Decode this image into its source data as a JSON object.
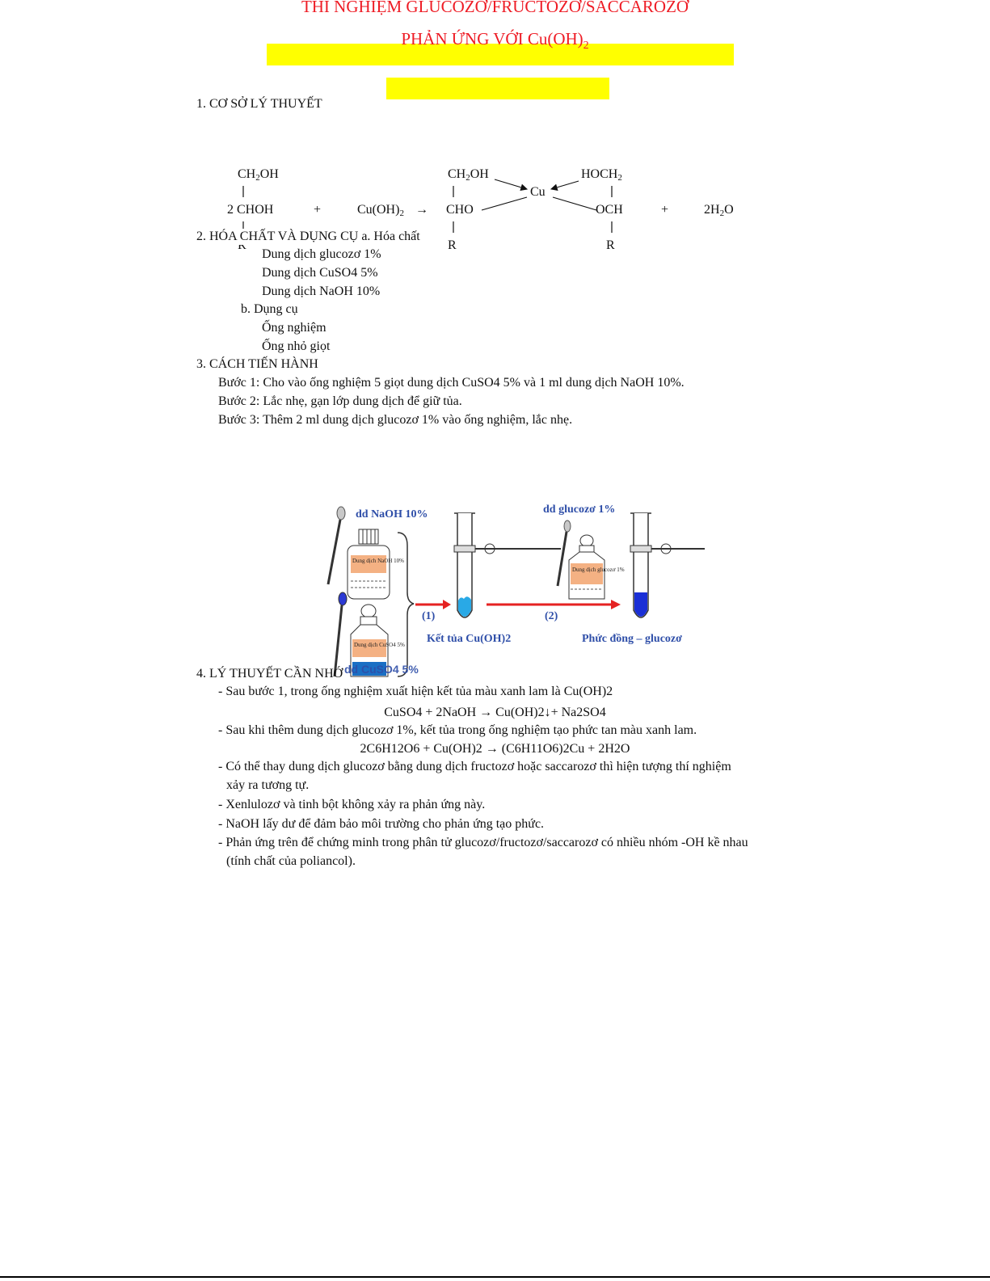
{
  "title": {
    "line1": "THÍ NGHIỆM GLUCOZƠ/FRUCTOZƠ/SACCAROZƠ",
    "line2": "PHẢN ỨNG VỚI Cu(OH)",
    "line2_sub": "2"
  },
  "section1": {
    "heading": "1. CƠ SỞ LÝ THUYẾT"
  },
  "reaction": {
    "r1_top": "CH",
    "r1_top_sub": "2",
    "r1_top_end": "OH",
    "r1_coef": "2 CHOH",
    "r1_bottom": "R",
    "plus1": "+",
    "reagent": "Cu(OH)",
    "reagent_sub": "2",
    "arrow": "→",
    "p_left_top": "CH",
    "p_left_top_sub": "2",
    "p_left_top_end": "OH",
    "p_left_mid": "CHO",
    "p_left_bottom": "R",
    "cu": "Cu",
    "p_right_top": "HOCH",
    "p_right_top_sub": "2",
    "p_right_mid": "OCH",
    "p_right_bottom": "R",
    "plus2": "+",
    "water": "2H",
    "water_sub": "2",
    "water_end": "O"
  },
  "section2": {
    "heading": "2. HÓA CHẤT VÀ DỤNG CỤ a. Hóa chất",
    "chemicals": [
      "Dung dịch glucozơ 1%",
      "Dung dịch CuSO4 5%",
      "Dung dịch NaOH 10%"
    ],
    "tools_heading": "b. Dụng cụ",
    "tools": [
      "Ống nghiệm",
      "Ống nhỏ giọt"
    ]
  },
  "section3": {
    "heading": "3. CÁCH TIẾN HÀNH",
    "steps": [
      "Bước 1: Cho vào ống nghiệm 5 giọt dung dịch CuSO4 5% và 1 ml dung dịch NaOH 10%.",
      "Bước 2: Lắc nhẹ, gạn lớp dung dịch để giữ tủa.",
      "Bước 3: Thêm 2 ml dung dịch glucozơ 1% vào ống nghiệm, lắc nhẹ."
    ]
  },
  "figure": {
    "naoh_label": "dd NaOH 10%",
    "naoh_bottle": "Dung dịch NaOH 10%",
    "cuso4_label": "dd CuSO4 5%",
    "cuso4_bottle": "Dung dịch CuSO4 5%",
    "glucose_label": "dd glucozơ 1%",
    "glucose_bottle": "Dung dịch glucozơ 1%",
    "step1": "(1)",
    "step2": "(2)",
    "precipitate": "Kết tủa Cu(OH)2",
    "complex": "Phức đồng – glucozơ",
    "colors": {
      "blue_light": "#29a9e6",
      "blue_dark": "#1a2fd6",
      "arrow_red": "#e52222",
      "label_blue": "#2e4ea8",
      "bottle_orange": "#f4b183"
    }
  },
  "section4": {
    "heading": "4. LÝ THUYẾT CẦN NHỚ",
    "items": [
      "- Sau bước 1, trong ống nghiệm xuất hiện kết tủa màu xanh lam là Cu(OH)2",
      "- Sau khi thêm dung dịch glucozơ 1%, kết tủa trong ống nghiệm tạo phức tan màu xanh lam.",
      "- Có thể thay dung dịch glucozơ bằng dung dịch fructozơ hoặc saccarozơ thì hiện tượng thí nghiệm",
      "xảy ra tương tự.",
      "- Xenlulozơ và tinh bột không xảy ra phản ứng này.",
      "- NaOH lấy dư để đảm bảo môi trường cho phản ứng tạo phức.",
      "- Phản ứng trên để chứng minh trong phân tử glucozơ/fructozơ/saccarozơ có nhiều nhóm -OH kề nhau",
      "(tính chất của poliancol)."
    ],
    "eq1": "CuSO4 + 2NaOH → Cu(OH)2↓+ Na2SO4",
    "eq2": "2C6H12O6 + Cu(OH)2 → (C6H11O6)2Cu + 2H2O"
  }
}
